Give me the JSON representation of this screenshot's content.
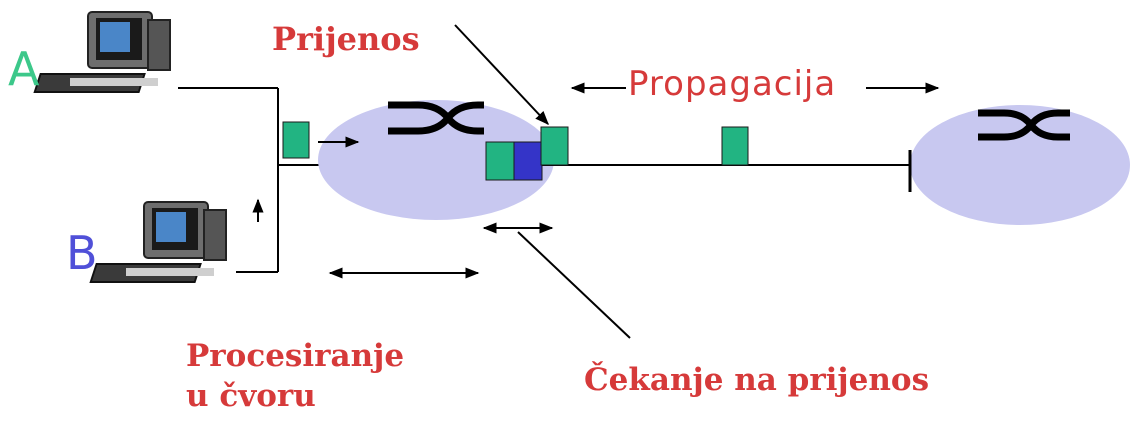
{
  "hosts": {
    "a": {
      "label": "A",
      "color": "#3cc88a"
    },
    "b": {
      "label": "B",
      "color": "#5050d8"
    }
  },
  "labels": {
    "transmission": "Prijenos",
    "propagation": "Propagacija",
    "processing_line1": "Procesiranje",
    "processing_line2": "u čvoru",
    "queueing": "Čekanje na prijenos"
  },
  "colors": {
    "label_red": "#d63a3a",
    "node_fill": "#c8c8f0",
    "packet_green": "#22b482",
    "packet_blue": "#3434c8",
    "line": "#000000"
  },
  "icons": [
    "computer-icon-a",
    "computer-icon-b",
    "router-switch-icon-left",
    "router-switch-icon-right"
  ]
}
